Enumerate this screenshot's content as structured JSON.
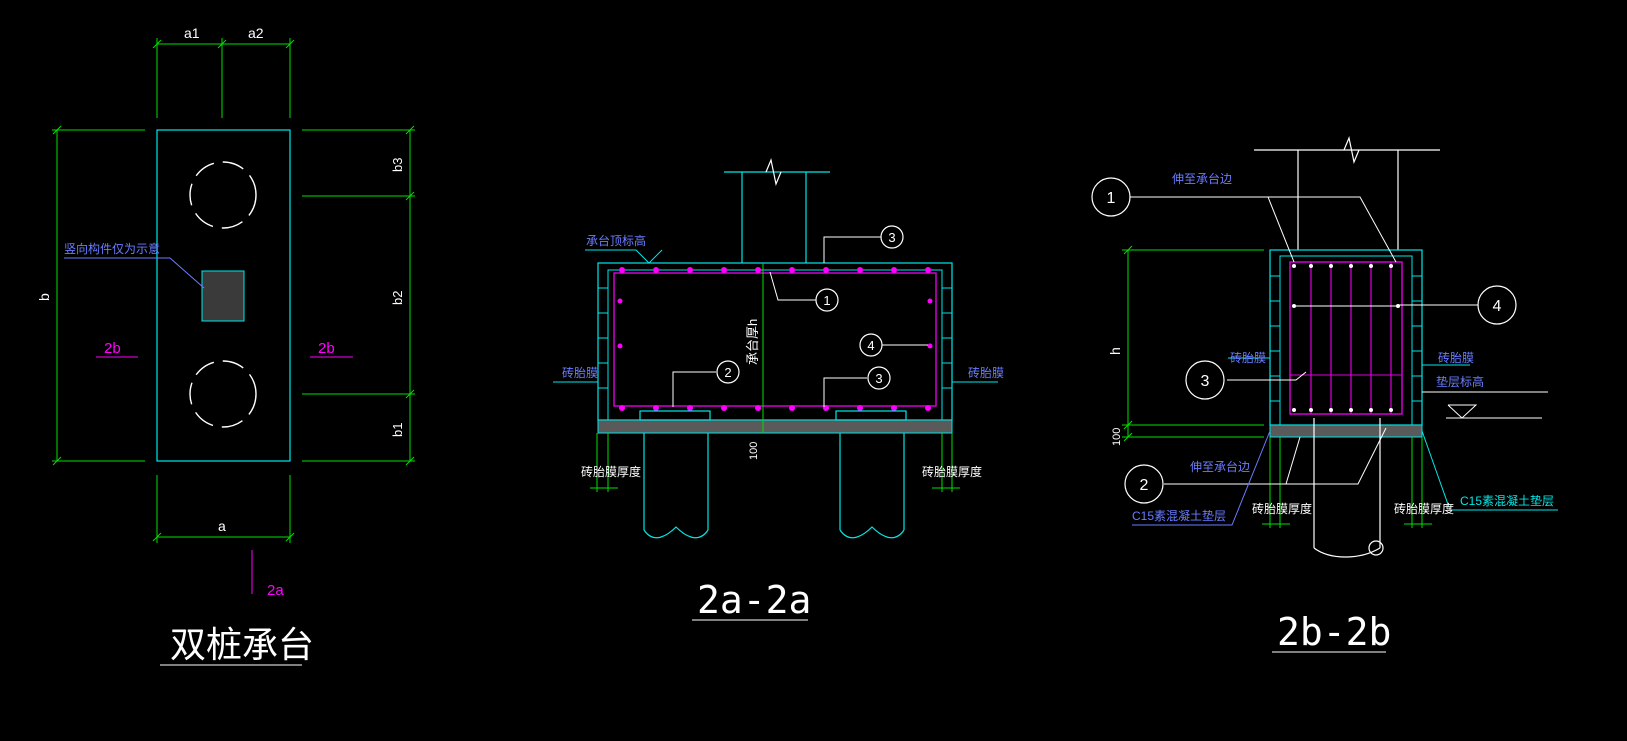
{
  "colors": {
    "background": "#000000",
    "dimension": "#00e000",
    "outline": "#00e8e8",
    "rebar": "#e000e0",
    "label_blue": "#6a7cff",
    "label_magenta": "#ff00ff",
    "white": "#ffffff",
    "column_fill": "#3a3a3a",
    "cushion": "#5a5a5a"
  },
  "plan": {
    "title": "双桩承台",
    "dim_top_left": "a1",
    "dim_top_right": "a2",
    "dim_bottom": "a",
    "dim_left": "b",
    "dim_right_top": "b3",
    "dim_right_mid": "b2",
    "dim_right_bottom": "b1",
    "column_note": "竖向构件仅为示意",
    "section_left": "2b",
    "section_right": "2b",
    "section_bottom": "2a"
  },
  "section_a": {
    "title": "2a-2a",
    "top_label": "承台顶标高",
    "left_label": "砖胎膜",
    "right_label": "砖胎膜",
    "height_label": "承台厚h",
    "bottom_dim": "100",
    "bottom_left_label": "砖胎膜厚度",
    "bottom_right_label": "砖胎膜厚度",
    "callouts": [
      "3",
      "1",
      "4",
      "2",
      "3"
    ]
  },
  "section_b": {
    "title": "2b-2b",
    "top_label": "伸至承台边",
    "mid_label": "伸至承台边",
    "left_label": "砖胎膜",
    "right_label": "砖胎膜",
    "right_label2": "垫层标高",
    "dim_h": "h",
    "dim_100": "100",
    "cushion_left": "C15素混凝土垫层",
    "cushion_right": "C15素混凝土垫层",
    "bottom_left_label": "砖胎膜厚度",
    "bottom_right_label": "砖胎膜厚度",
    "callouts": [
      "1",
      "4",
      "3",
      "2"
    ]
  }
}
